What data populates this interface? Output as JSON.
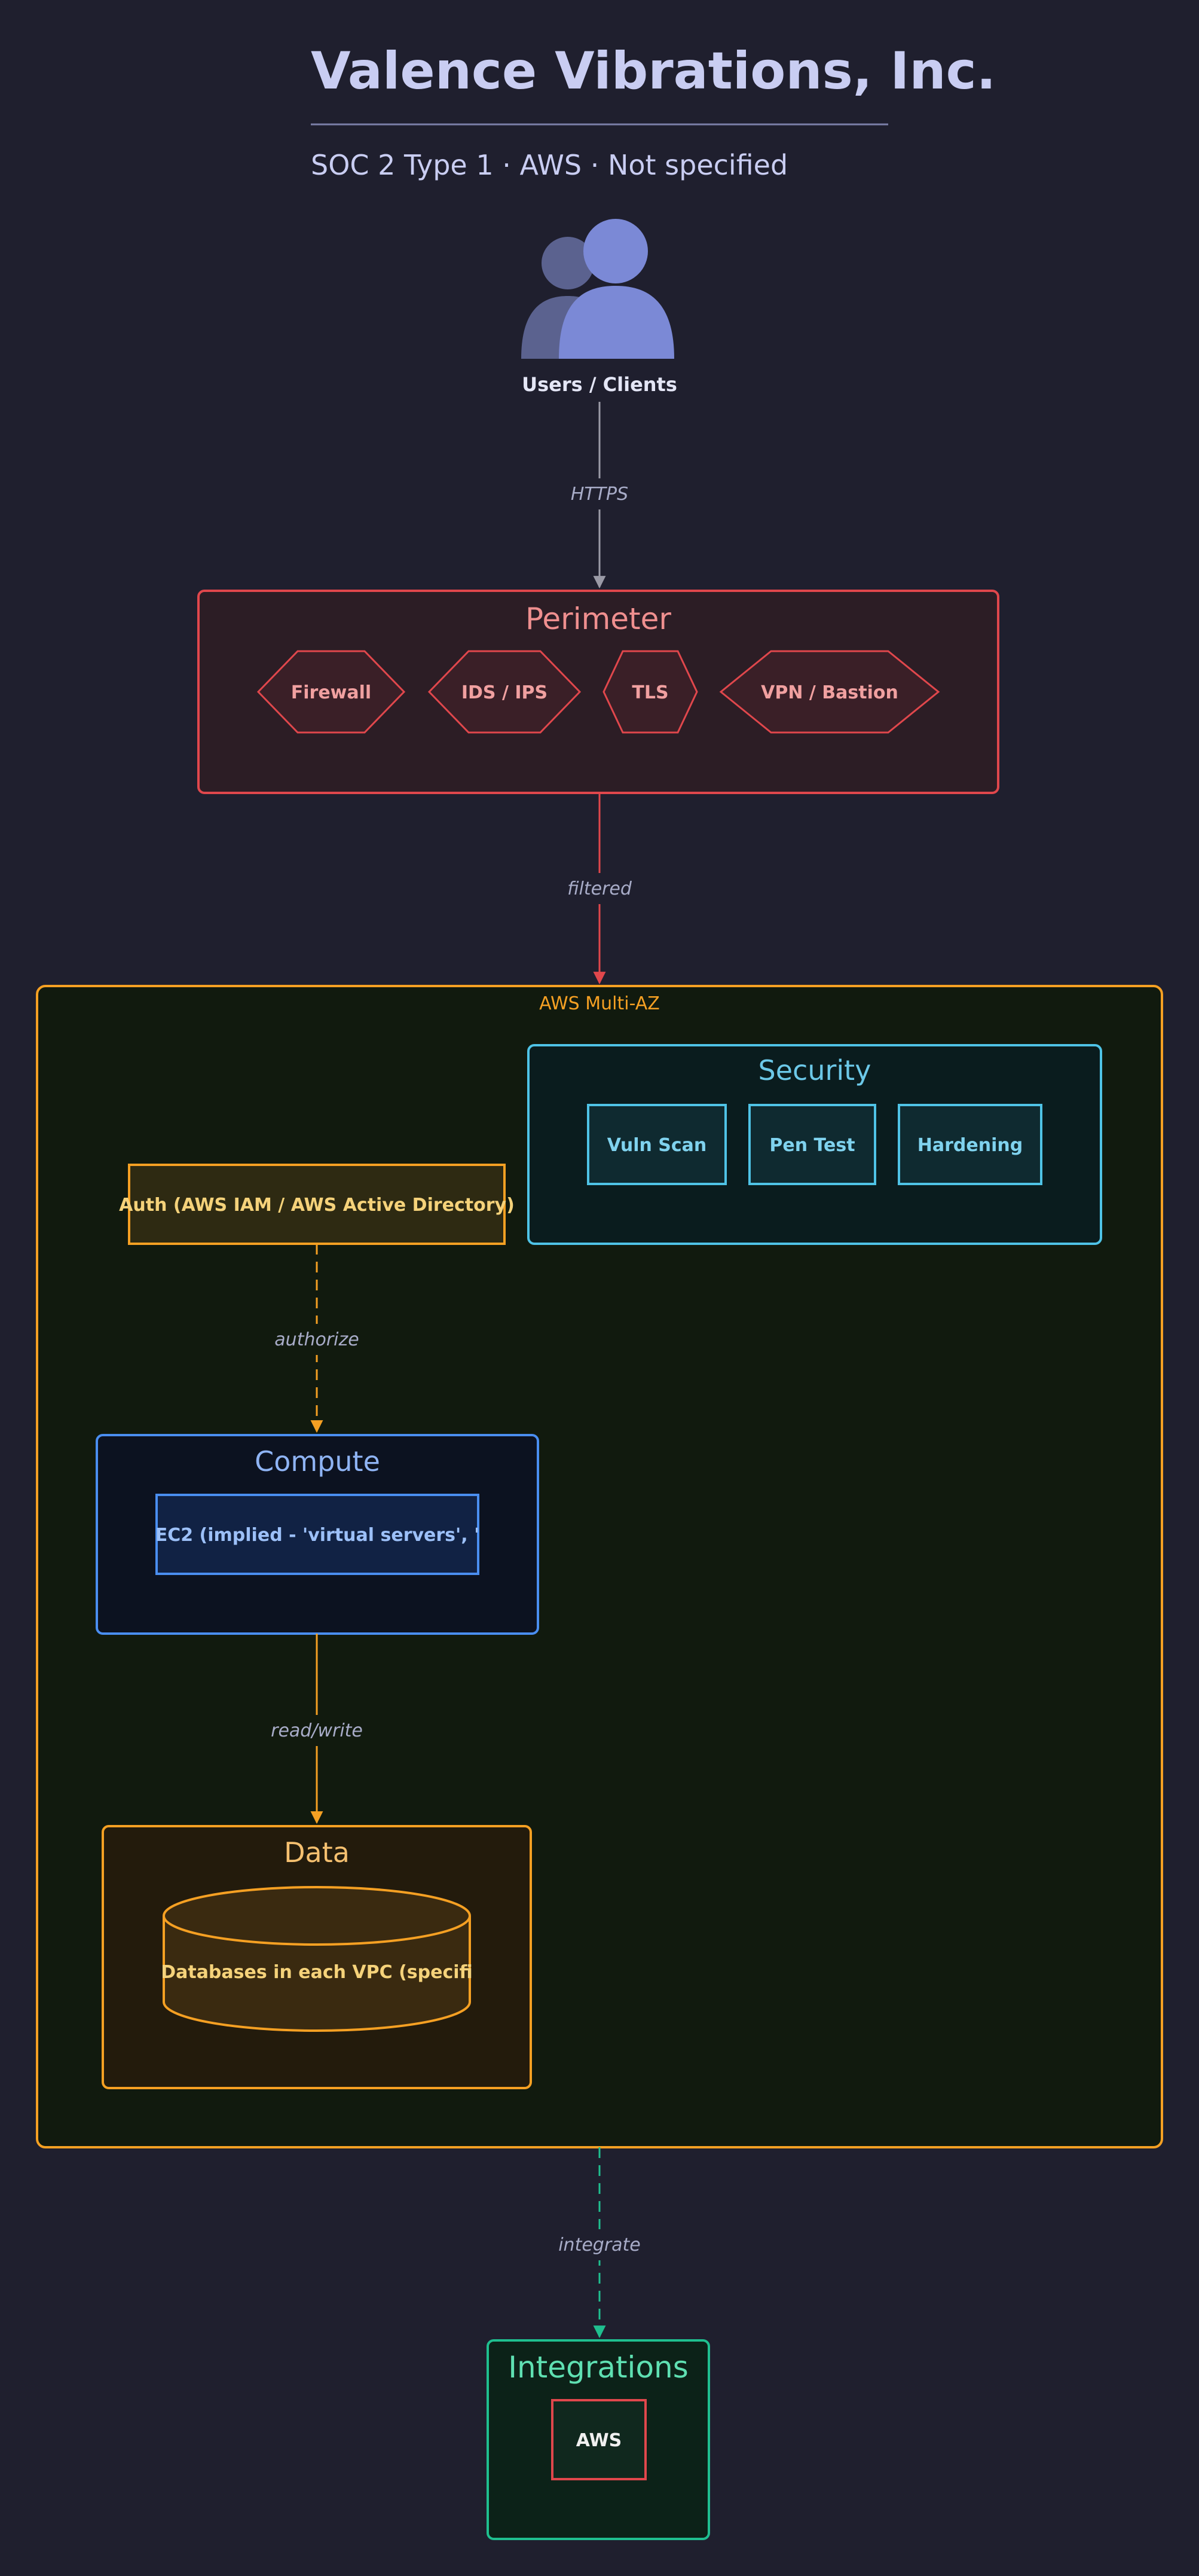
{
  "header": {
    "title": "Valence Vibrations, Inc.",
    "subtitle": "SOC 2 Type 1 · AWS · Not specified"
  },
  "users": {
    "label": "Users / Clients",
    "icon": "users-icon"
  },
  "edges": {
    "https": "HTTPS",
    "filtered": "filtered",
    "authorize": "authorize",
    "read_write": "read/write",
    "integrate": "integrate"
  },
  "perimeter": {
    "title": "Perimeter",
    "items": [
      "Firewall",
      "IDS / IPS",
      "TLS",
      "VPN / Bastion"
    ]
  },
  "cloud": {
    "title": "AWS Multi-AZ"
  },
  "security": {
    "title": "Security",
    "items": [
      "Vuln Scan",
      "Pen Test",
      "Hardening"
    ]
  },
  "auth": {
    "label": "Auth (AWS IAM / AWS Active Directory)"
  },
  "compute": {
    "title": "Compute",
    "item": "EC2 (implied - 'virtual servers', '"
  },
  "data": {
    "title": "Data",
    "item": "Databases in each VPC (specifi"
  },
  "integrations": {
    "title": "Integrations",
    "item": "AWS"
  },
  "colors": {
    "background": "#1f1f2e",
    "perimeter": "#e0474c",
    "cloud": "#f5a023",
    "security": "#4fc3e6",
    "compute": "#4a8ef0",
    "data": "#f5a023",
    "integrations": "#1fbf8f",
    "users": "#7b89d6"
  }
}
